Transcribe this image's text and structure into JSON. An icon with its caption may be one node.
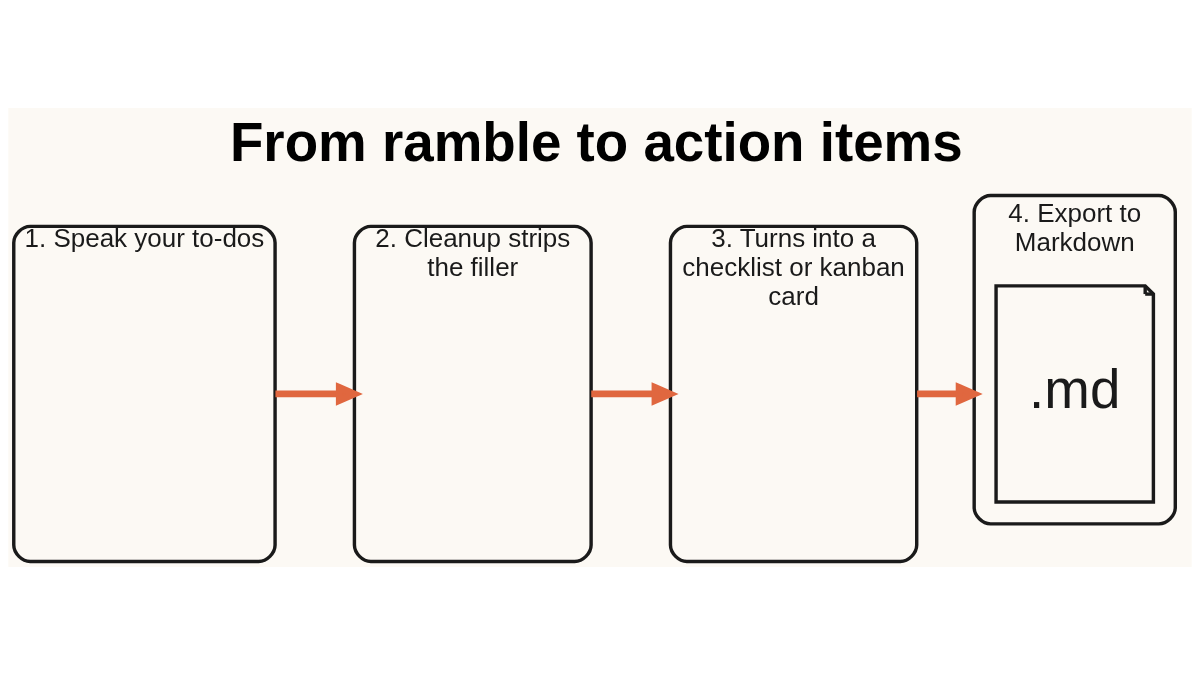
{
  "diagram": {
    "title": "From ramble to action items",
    "nodes": [
      {
        "text": [
          "1. Speak your to-dos"
        ]
      },
      {
        "text": [
          "2. Cleanup strips the filler"
        ]
      },
      {
        "text": [
          "3. Turns into a checklist or kanban card"
        ]
      },
      {
        "text": [
          "4. Export to Markdown"
        ]
      },
      {
        "text": [
          ".md"
        ],
        "in": 3
      }
    ],
    "edges": [
      {
        "from": 0,
        "to": 1,
        "arrow": "to"
      },
      {
        "from": 1,
        "to": 2,
        "arrow": "to"
      },
      {
        "from": 2,
        "to": 3,
        "arrow": "to"
      }
    ]
  }
}
